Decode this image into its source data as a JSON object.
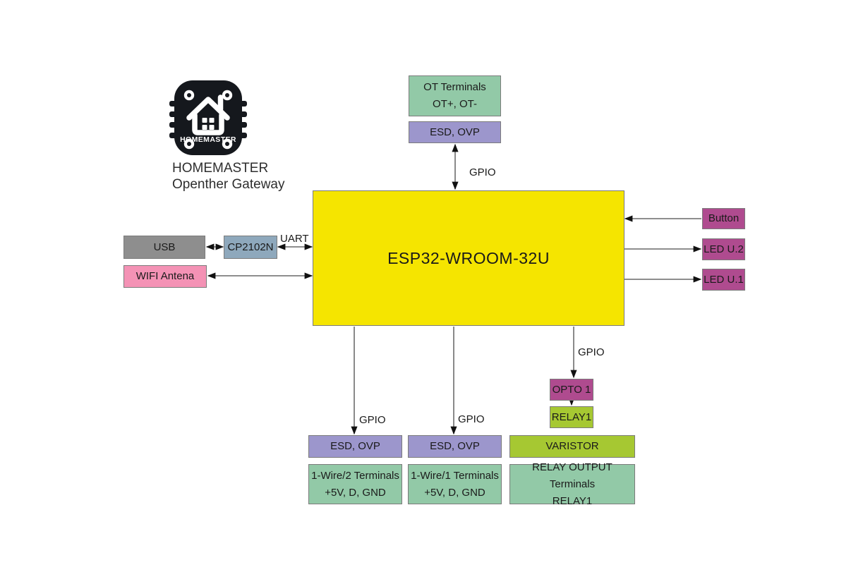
{
  "brand": {
    "logo_text": "HOMEMASTER",
    "title_line1": "HOMEMASTER",
    "title_line2": "Openther Gateway"
  },
  "esp32": {
    "label": "ESP32-WROOM-32U"
  },
  "blocks": {
    "ot_terminals": {
      "line1": "OT Terminals",
      "line2": "OT+, OT-"
    },
    "esd_ovp_top": {
      "label": "ESD, OVP"
    },
    "usb": {
      "label": "USB"
    },
    "cp2102n": {
      "label": "CP2102N"
    },
    "wifi_antena": {
      "label": "WIFI Antena"
    },
    "button": {
      "label": "Button"
    },
    "led_u2": {
      "label": "LED U.2"
    },
    "led_u1": {
      "label": "LED U.1"
    },
    "esd_ovp_left": {
      "label": "ESD, OVP"
    },
    "esd_ovp_mid": {
      "label": "ESD, OVP"
    },
    "wire2_terminals": {
      "line1": "1-Wire/2 Terminals",
      "line2": "+5V, D, GND"
    },
    "wire1_terminals": {
      "line1": "1-Wire/1 Terminals",
      "line2": "+5V, D, GND"
    },
    "opto1": {
      "label": "OPTO 1"
    },
    "relay1": {
      "label": "RELAY1"
    },
    "varistor": {
      "label": "VARISTOR"
    },
    "relay_output": {
      "line1": "RELAY OUTPUT Terminals",
      "line2": "RELAY1"
    }
  },
  "wire_labels": {
    "uart": "UART",
    "gpio_top": "GPIO",
    "gpio_bottom_left": "GPIO",
    "gpio_bottom_mid": "GPIO",
    "gpio_relay": "GPIO"
  },
  "colors": {
    "terminal_green": "#92C9A7",
    "protection_purple": "#9C96CC",
    "mcu_yellow": "#F5E500",
    "io_magenta": "#AF4B8F",
    "relay_lime": "#A6C832",
    "antenna_pink": "#F492B5",
    "usb_gray": "#8E8E8E",
    "bridge_bluegray": "#8EA8BC",
    "logo_black": "#15181d",
    "wire_gray": "#4a4a4a"
  }
}
